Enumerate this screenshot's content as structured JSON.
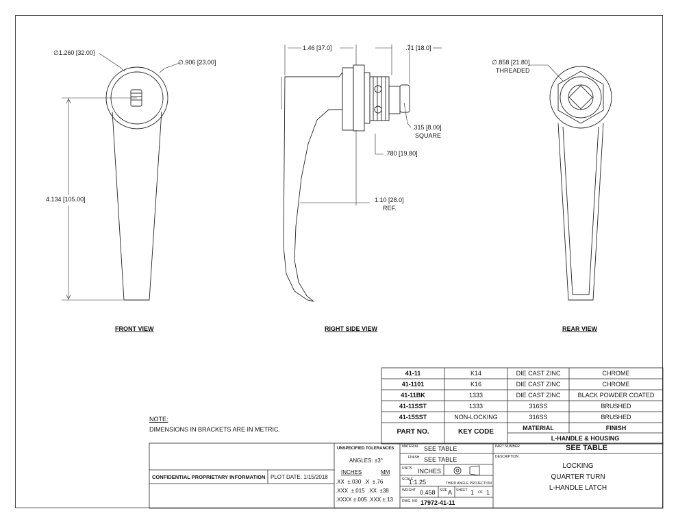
{
  "views": {
    "front": {
      "label": "FRONT VIEW",
      "dim_outer": "∅1.260",
      "dim_outer_mm": "32.00",
      "dim_inner": "∅.906",
      "dim_inner_mm": "23.00",
      "dim_height": "4.134",
      "dim_height_mm": "105.00"
    },
    "side": {
      "label": "RIGHT SIDE VIEW",
      "dim_a": "1.46",
      "dim_a_mm": "37.0",
      "dim_b": ".71",
      "dim_b_mm": "18.0",
      "dim_sq": ".315",
      "dim_sq_mm": "8.00",
      "dim_sq_note": "SQUARE",
      "dim_c": ".780",
      "dim_c_mm": "19.80",
      "dim_d": "1.10",
      "dim_d_mm": "28.0",
      "dim_d_note": "REF."
    },
    "rear": {
      "label": "REAR VIEW",
      "dim_thread": "∅.858",
      "dim_thread_mm": "21.80",
      "dim_thread_note": "THREADED"
    }
  },
  "notes": {
    "title": "NOTE:",
    "text": "DIMENSIONS IN BRACKETS ARE IN METRIC."
  },
  "parts_table": {
    "rows": [
      [
        "41-11",
        "K14",
        "DIE CAST ZINC",
        "CHROME"
      ],
      [
        "41-1101",
        "K16",
        "DIE CAST ZINC",
        "CHROME"
      ],
      [
        "41-11BK",
        "1333",
        "DIE CAST ZINC",
        "BLACK POWDER COATED"
      ],
      [
        "41-11SST",
        "1333",
        "316SS",
        "BRUSHED"
      ],
      [
        "41-15SST",
        "NON-LOCKING",
        "316SS",
        "BRUSHED"
      ]
    ],
    "head_part": "PART NO.",
    "head_key": "KEY CODE",
    "head_material": "MATERIAL",
    "head_finish": "FINISH",
    "group": "L-HANDLE & HOUSING"
  },
  "title_block": {
    "confidential": "CONFIDENTIAL PROPRIETARY INFORMATION",
    "plot_date": "PLOT DATE: 1/15/2018",
    "tol_title": "UNSPECIFIED TOLERANCES",
    "angles": "ANGLES: ±3°",
    "inches": "INCHES",
    "mm": "MM",
    "tol_rows": [
      [
        ".XX",
        "±.030",
        ".X",
        "±.76"
      ],
      [
        ".XXX",
        "±.015",
        ".XX",
        "±38"
      ],
      [
        ".XXXX",
        "±.005",
        ".XXX",
        "±.13"
      ]
    ],
    "material_lbl": "MATERIAL",
    "material": "SEE TABLE",
    "finish_lbl": "FINISH",
    "finish": "SEE TABLE",
    "units_lbl": "UNITS",
    "units": "INCHES",
    "projection": "THIRD ANGLE PROJECTION",
    "scale_lbl": "SCALE",
    "scale": "1:1.25",
    "weight_lbl": "WEIGHT",
    "weight": "0.458",
    "size_lbl": "SIZE",
    "size": "A",
    "sheet_lbl": "SHEET",
    "sheet": "1",
    "of_lbl": "OF",
    "sheet_total": "1",
    "dwg_lbl": "DWG. NO.",
    "dwg": "17972-41-11",
    "partnum_lbl": "PART NUMBER",
    "partnum": "SEE TABLE",
    "desc_lbl": "DESCRIPTION",
    "desc1": "LOCKING",
    "desc2": "QUARTER TURN",
    "desc3": "L-HANDLE LATCH"
  }
}
